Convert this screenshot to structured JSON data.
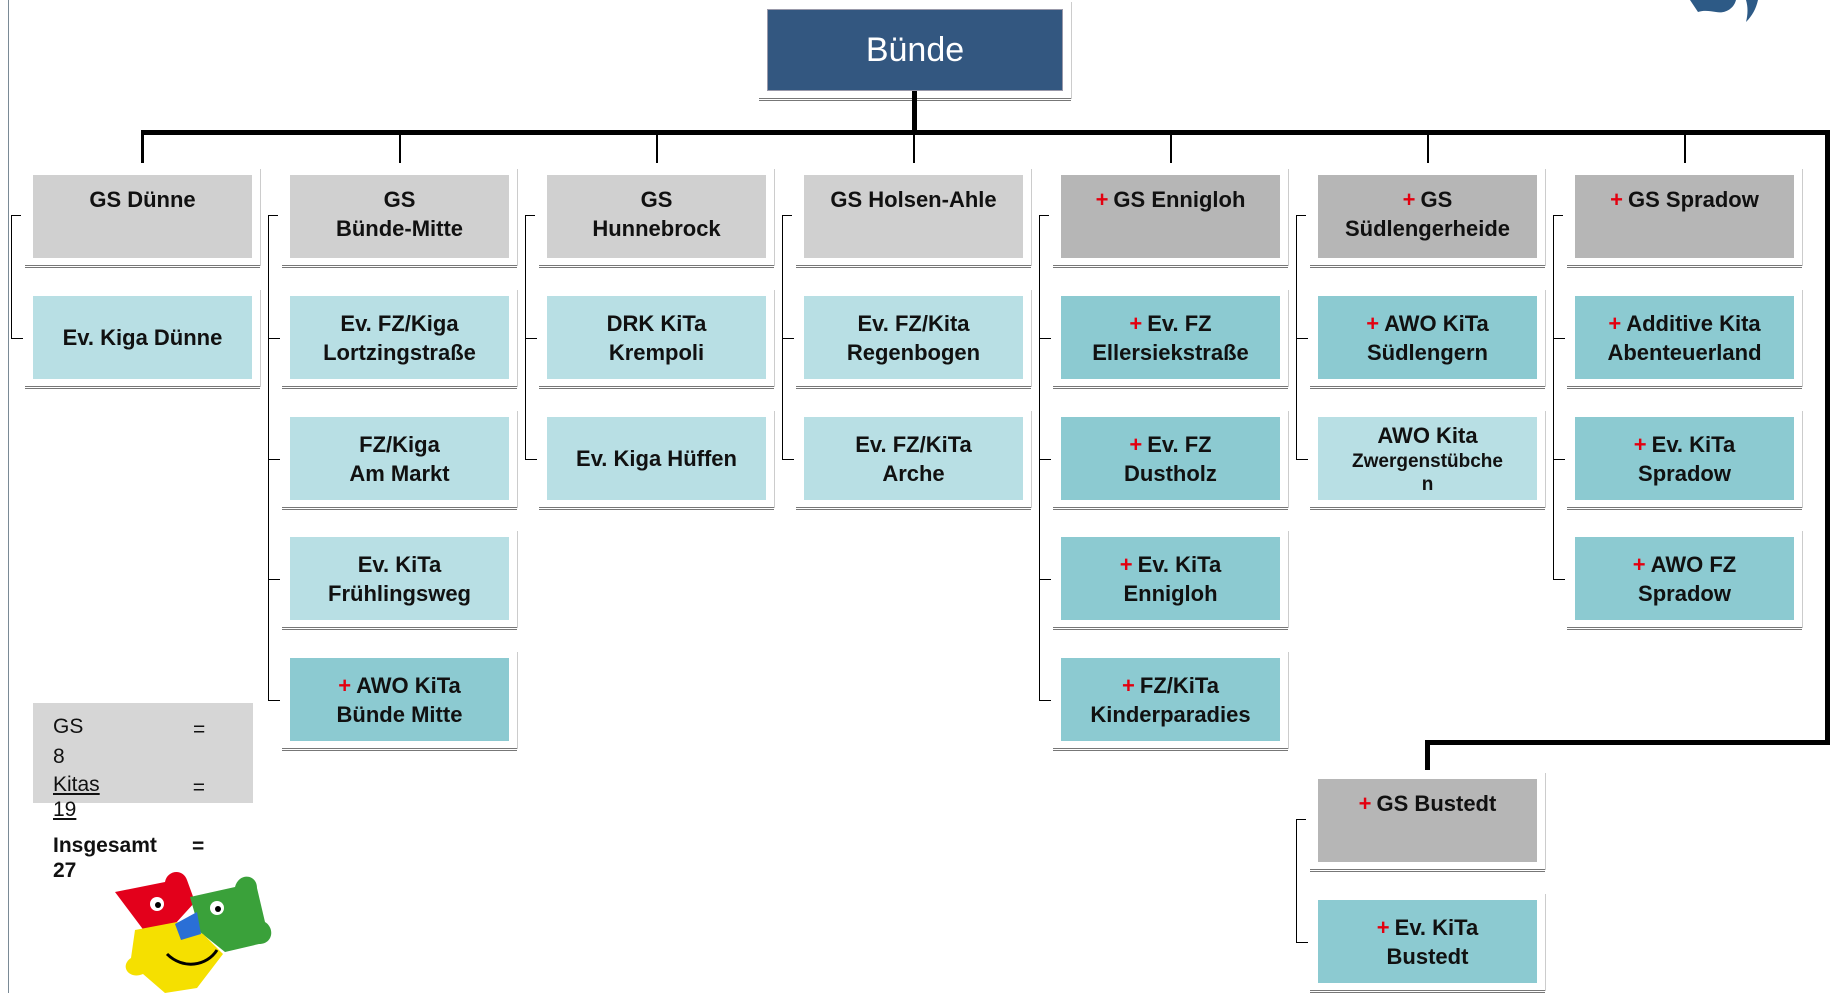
{
  "root": {
    "label": "Bünde"
  },
  "columns": [
    {
      "head": {
        "lines": [
          "GS Dünne"
        ],
        "plus": false
      },
      "items": [
        {
          "lines": [
            "Ev. Kiga Dünne"
          ],
          "plus": false
        }
      ]
    },
    {
      "head": {
        "lines": [
          "GS",
          "Bünde-Mitte"
        ],
        "plus": false
      },
      "items": [
        {
          "lines": [
            "Ev. FZ/Kiga",
            "Lortzingstraße"
          ],
          "plus": false
        },
        {
          "lines": [
            "FZ/Kiga",
            "Am Markt"
          ],
          "plus": false
        },
        {
          "lines": [
            "Ev. KiTa",
            "Frühlingsweg"
          ],
          "plus": false
        },
        {
          "lines": [
            "AWO KiTa",
            "Bünde Mitte"
          ],
          "plus": true
        }
      ]
    },
    {
      "head": {
        "lines": [
          "GS",
          "Hunnebrock"
        ],
        "plus": false
      },
      "items": [
        {
          "lines": [
            "DRK KiTa",
            "Krempoli"
          ],
          "plus": false
        },
        {
          "lines": [
            "Ev. Kiga Hüffen"
          ],
          "plus": false
        }
      ]
    },
    {
      "head": {
        "lines": [
          "GS Holsen-Ahle"
        ],
        "plus": false
      },
      "items": [
        {
          "lines": [
            "Ev. FZ/Kita",
            "Regenbogen"
          ],
          "plus": false
        },
        {
          "lines": [
            "Ev. FZ/KiTa",
            "Arche"
          ],
          "plus": false
        }
      ]
    },
    {
      "head": {
        "lines": [
          "GS Ennigloh"
        ],
        "plus": true
      },
      "items": [
        {
          "lines": [
            "Ev. FZ",
            "Ellersiekstraße"
          ],
          "plus": true
        },
        {
          "lines": [
            "Ev. FZ",
            "Dustholz"
          ],
          "plus": true
        },
        {
          "lines": [
            "Ev. KiTa",
            "Ennigloh"
          ],
          "plus": true
        },
        {
          "lines": [
            "FZ/KiTa",
            "Kinderparadies"
          ],
          "plus": true
        }
      ]
    },
    {
      "head": {
        "lines": [
          "GS",
          "Südlengerheide"
        ],
        "plus": true
      },
      "items": [
        {
          "lines": [
            "AWO KiTa",
            "Südlengern"
          ],
          "plus": true
        },
        {
          "lines": [
            "AWO Kita",
            "Zwergenstübche",
            "n"
          ],
          "plus": false
        }
      ]
    },
    {
      "head": {
        "lines": [
          "GS Spradow"
        ],
        "plus": true
      },
      "items": [
        {
          "lines": [
            "Additive Kita",
            "Abenteuerland"
          ],
          "plus": true
        },
        {
          "lines": [
            "Ev. KiTa",
            "Spradow"
          ],
          "plus": true
        },
        {
          "lines": [
            "AWO FZ",
            "Spradow"
          ],
          "plus": true
        }
      ]
    },
    {
      "head": {
        "lines": [
          "GS Bustedt"
        ],
        "plus": true
      },
      "items": [
        {
          "lines": [
            "Ev. KiTa",
            "Bustedt"
          ],
          "plus": true
        }
      ]
    }
  ],
  "plus_sign": "+",
  "legend": {
    "gs_label": "GS",
    "gs_eq": "=",
    "gs_value": "8",
    "kitas_label": "Kitas",
    "kitas_eq": "=",
    "kitas_value": "19",
    "total_label": "Insgesamt",
    "total_eq": "=",
    "total_value": "27"
  }
}
